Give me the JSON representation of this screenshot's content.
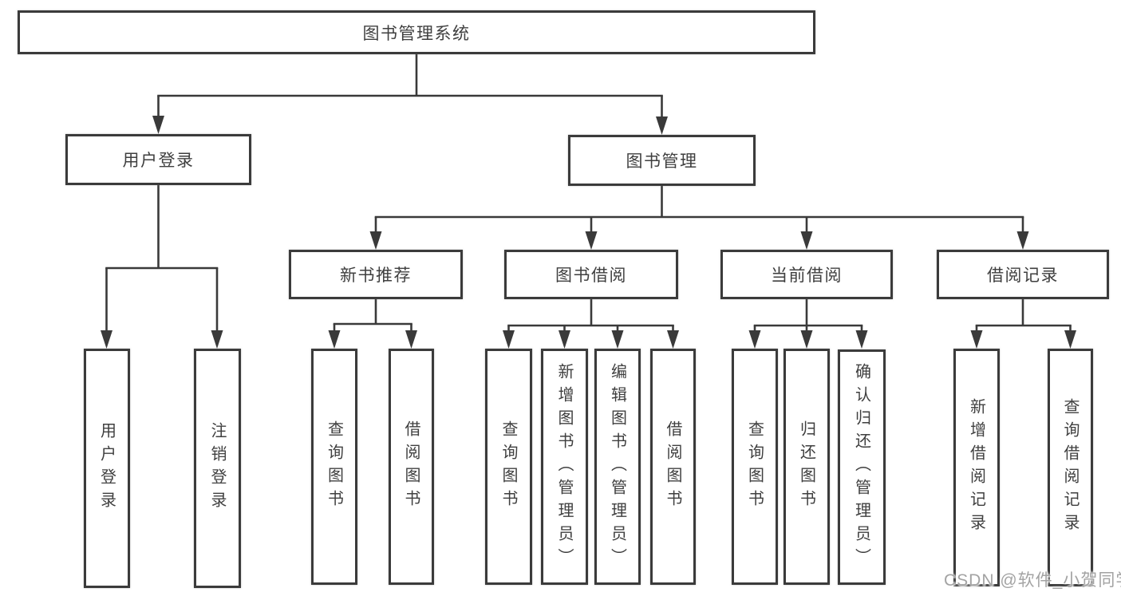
{
  "diagram": {
    "root": {
      "label": "图书管理系统"
    },
    "level2": [
      {
        "id": "user-login",
        "label": "用户登录"
      },
      {
        "id": "book-management",
        "label": "图书管理"
      }
    ],
    "level3": [
      {
        "id": "new-book-recommend",
        "label": "新书推荐"
      },
      {
        "id": "book-borrow",
        "label": "图书借阅"
      },
      {
        "id": "current-borrow",
        "label": "当前借阅"
      },
      {
        "id": "borrow-records",
        "label": "借阅记录"
      }
    ],
    "level4": {
      "user_login": [
        "用户登录",
        "注销登录"
      ],
      "new_book_recommend": [
        "查询图书",
        "借阅图书"
      ],
      "book_borrow": [
        "查询图书",
        "新增图书（管理员）",
        "编辑图书（管理员）",
        "借阅图书"
      ],
      "current_borrow": [
        "查询图书",
        "归还图书",
        "确认归还（管理员）"
      ],
      "borrow_records": [
        "新增借阅记录",
        "查询借阅记录"
      ]
    }
  },
  "watermark": {
    "text": "CSDN @软件_小贺同学"
  },
  "colors": {
    "line": "#3a3a3a",
    "border": "#3b3b3b",
    "text": "#3f3f3f",
    "watermark": "#a3a3a3",
    "background": "#ffffff"
  }
}
